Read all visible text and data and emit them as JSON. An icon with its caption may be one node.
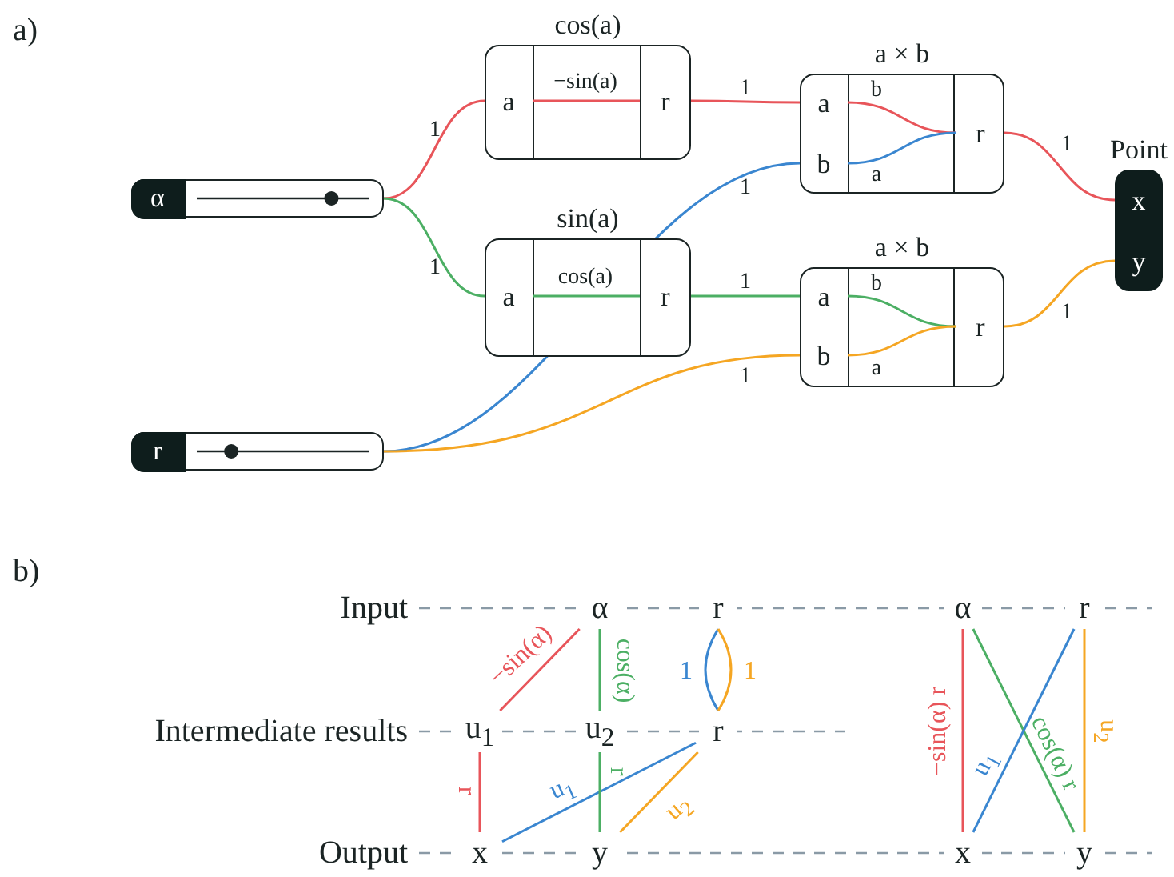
{
  "diagram": {
    "nodes": [
      {
        "text": [
          "α"
        ]
      },
      {
        "text": [
          "r"
        ]
      },
      {
        "text": [
          "cos(a)"
        ]
      },
      {
        "text": [
          "a"
        ],
        "in": 2
      },
      {
        "text": [
          "r"
        ],
        "in": 2
      },
      {
        "text": [
          "sin(a)"
        ]
      },
      {
        "text": [
          "a"
        ],
        "in": 5
      },
      {
        "text": [
          "r"
        ],
        "in": 5
      },
      {
        "text": [
          "a × b"
        ]
      },
      {
        "text": [
          "a"
        ],
        "in": 8
      },
      {
        "text": [
          "b"
        ],
        "in": 8
      },
      {
        "text": [
          "r"
        ],
        "in": 8
      },
      {
        "text": [
          "a × b"
        ]
      },
      {
        "text": [
          "a"
        ],
        "in": 12
      },
      {
        "text": [
          "b"
        ],
        "in": 12
      },
      {
        "text": [
          "r"
        ],
        "in": 12
      },
      {
        "text": [
          "Point"
        ]
      },
      {
        "text": [
          "x"
        ],
        "in": 16
      },
      {
        "text": [
          "y"
        ],
        "in": 16
      },
      {
        "text": [
          "α"
        ]
      },
      {
        "text": [
          "r"
        ]
      },
      {
        "text": [
          "u$_{1}$"
        ]
      },
      {
        "text": [
          "u$_{2}$"
        ]
      },
      {
        "text": [
          "r"
        ]
      },
      {
        "text": [
          "x"
        ]
      },
      {
        "text": [
          "y"
        ]
      },
      {
        "text": [
          "α"
        ]
      },
      {
        "text": [
          "r"
        ]
      },
      {
        "text": [
          "x"
        ]
      },
      {
        "text": [
          "y"
        ]
      }
    ],
    "edges": [
      {
        "from": 0,
        "to": 3,
        "arrow": "none",
        "label": "1",
        "color": "#e8555a"
      },
      {
        "from": 0,
        "to": 6,
        "arrow": "none",
        "label": "1",
        "color": "#4caf64"
      },
      {
        "from": 3,
        "to": 4,
        "arrow": "none",
        "label": "−sin(a)",
        "color": "#e8555a"
      },
      {
        "from": 6,
        "to": 7,
        "arrow": "none",
        "label": "cos(a)",
        "color": "#4caf64"
      },
      {
        "from": 4,
        "to": 9,
        "arrow": "none",
        "label": "1",
        "color": "#e8555a"
      },
      {
        "from": 7,
        "to": 13,
        "arrow": "none",
        "label": "1",
        "color": "#4caf64"
      },
      {
        "from": 1,
        "to": 10,
        "arrow": "none",
        "label": "1",
        "color": "#3a86d0"
      },
      {
        "from": 1,
        "to": 14,
        "arrow": "none",
        "label": "1",
        "color": "#f5a623"
      },
      {
        "from": 9,
        "to": 11,
        "arrow": "none",
        "label": "b",
        "color": "#e8555a"
      },
      {
        "from": 10,
        "to": 11,
        "arrow": "none",
        "label": "a",
        "color": "#3a86d0"
      },
      {
        "from": 13,
        "to": 15,
        "arrow": "none",
        "label": "b",
        "color": "#4caf64"
      },
      {
        "from": 14,
        "to": 15,
        "arrow": "none",
        "label": "a",
        "color": "#f5a623"
      },
      {
        "from": 11,
        "to": 17,
        "arrow": "none",
        "label": "1",
        "color": "#e8555a"
      },
      {
        "from": 15,
        "to": 18,
        "arrow": "none",
        "label": "1",
        "color": "#f5a623"
      },
      {
        "from": 19,
        "to": 21,
        "arrow": "none",
        "label": "−sin(α)",
        "color": "#e8555a"
      },
      {
        "from": 19,
        "to": 22,
        "arrow": "none",
        "label": "cos(α)",
        "color": "#4caf64"
      },
      {
        "from": 20,
        "to": 23,
        "arrow": "none",
        "label": "1",
        "color": "#3a86d0"
      },
      {
        "from": 20,
        "to": 23,
        "arrow": "none",
        "label": "1",
        "color": "#f5a623"
      },
      {
        "from": 21,
        "to": 24,
        "arrow": "none",
        "label": "r",
        "color": "#e8555a"
      },
      {
        "from": 23,
        "to": 24,
        "arrow": "none",
        "label": "u$_{1}$",
        "color": "#3a86d0"
      },
      {
        "from": 22,
        "to": 25,
        "arrow": "none",
        "label": "r",
        "color": "#4caf64"
      },
      {
        "from": 23,
        "to": 25,
        "arrow": "none",
        "label": "u$_{2}$",
        "color": "#f5a623"
      },
      {
        "from": 26,
        "to": 28,
        "arrow": "none",
        "label": "−sin(α) r",
        "color": "#e8555a"
      },
      {
        "from": 26,
        "to": 29,
        "arrow": "none",
        "label": "cos(α) r",
        "color": "#4caf64"
      },
      {
        "from": 27,
        "to": 28,
        "arrow": "none",
        "label": "u$_{1}$",
        "color": "#3a86d0"
      },
      {
        "from": 27,
        "to": 29,
        "arrow": "none",
        "label": "u$_{2}$",
        "color": "#f5a623"
      }
    ],
    "labels": [
      "a)",
      "b)",
      "Input",
      "Intermediate results",
      "Output"
    ]
  }
}
